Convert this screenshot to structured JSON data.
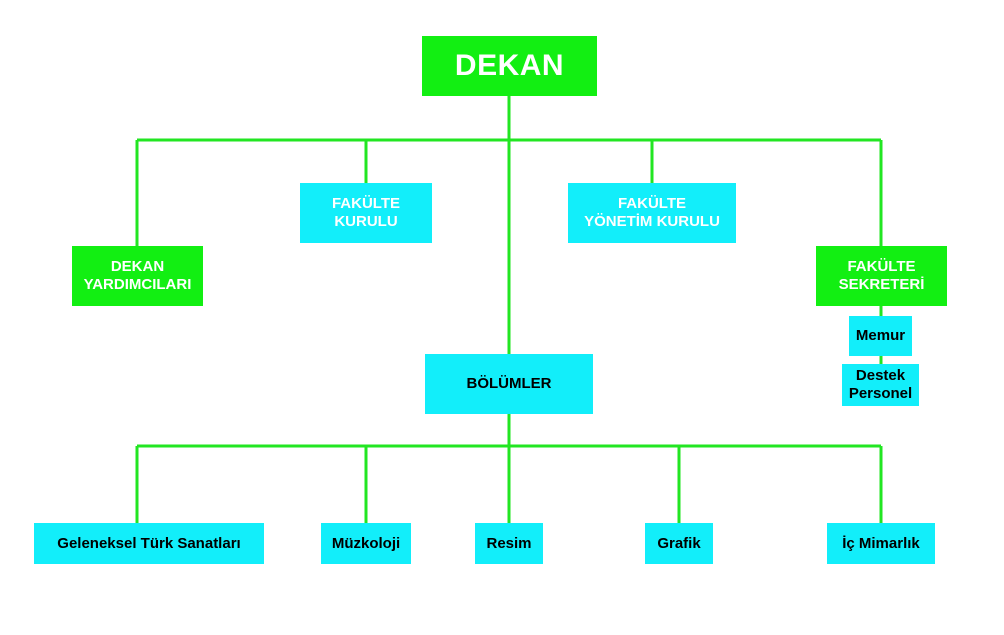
{
  "colors": {
    "green": "#12ef12",
    "cyan": "#12eefa",
    "line": "#22e622"
  },
  "nodes": {
    "dekan": "DEKAN",
    "fakulte_kurulu": [
      "FAKÜLTE",
      "KURULU"
    ],
    "fakulte_yonetim_kurulu": [
      "FAKÜLTE",
      "YÖNETİM KURULU"
    ],
    "dekan_yardimcilari": [
      "DEKAN",
      "YARDIMCILARI"
    ],
    "fakulte_sekreteri": [
      "FAKÜLTE",
      "SEKRETERİ"
    ],
    "memur": "Memur",
    "destek_personel": [
      "Destek",
      "Personel"
    ],
    "bolumler": "BÖLÜMLER",
    "departments": [
      "Geleneksel Türk Sanatları",
      "Müzkoloji",
      "Resim",
      "Grafik",
      "İç Mimarlık"
    ]
  }
}
